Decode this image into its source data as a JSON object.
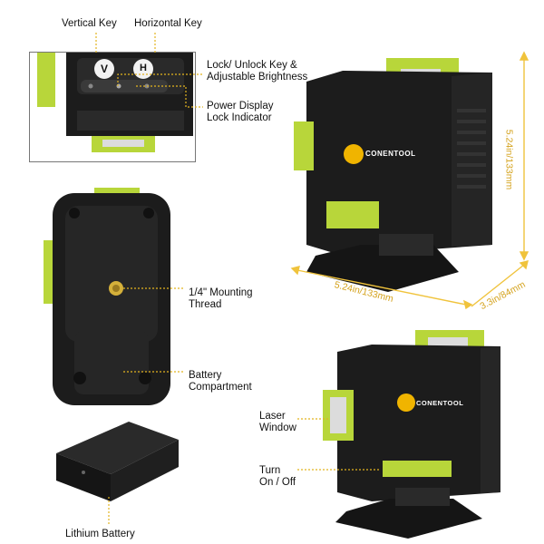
{
  "labels": {
    "vertical_key": "Vertical Key",
    "horizontal_key": "Horizontal Key",
    "lock_key_1": "Lock/ Unlock Key &",
    "lock_key_2": "Adjustable Brightness",
    "power_display_1": "Power Display",
    "power_display_2": "Lock Indicator",
    "mounting_1": "1/4\" Mounting",
    "mounting_2": "Thread",
    "battery_comp_1": "Battery",
    "battery_comp_2": "Compartment",
    "laser_window_1": "Laser",
    "laser_window_2": "Window",
    "turn_1": "Turn",
    "turn_2": "On / Off",
    "lithium_battery": "Lithium Battery"
  },
  "keys": {
    "v": "V",
    "h": "H"
  },
  "dimensions": {
    "height": "5.24in/133mm",
    "width": "5.24in/133mm",
    "depth": "3.3in/84mm"
  },
  "brand": "CONENTOOL",
  "colors": {
    "accent": "#b8d63a",
    "dim_line": "#f0c33c",
    "body": "#1c1c1c"
  }
}
